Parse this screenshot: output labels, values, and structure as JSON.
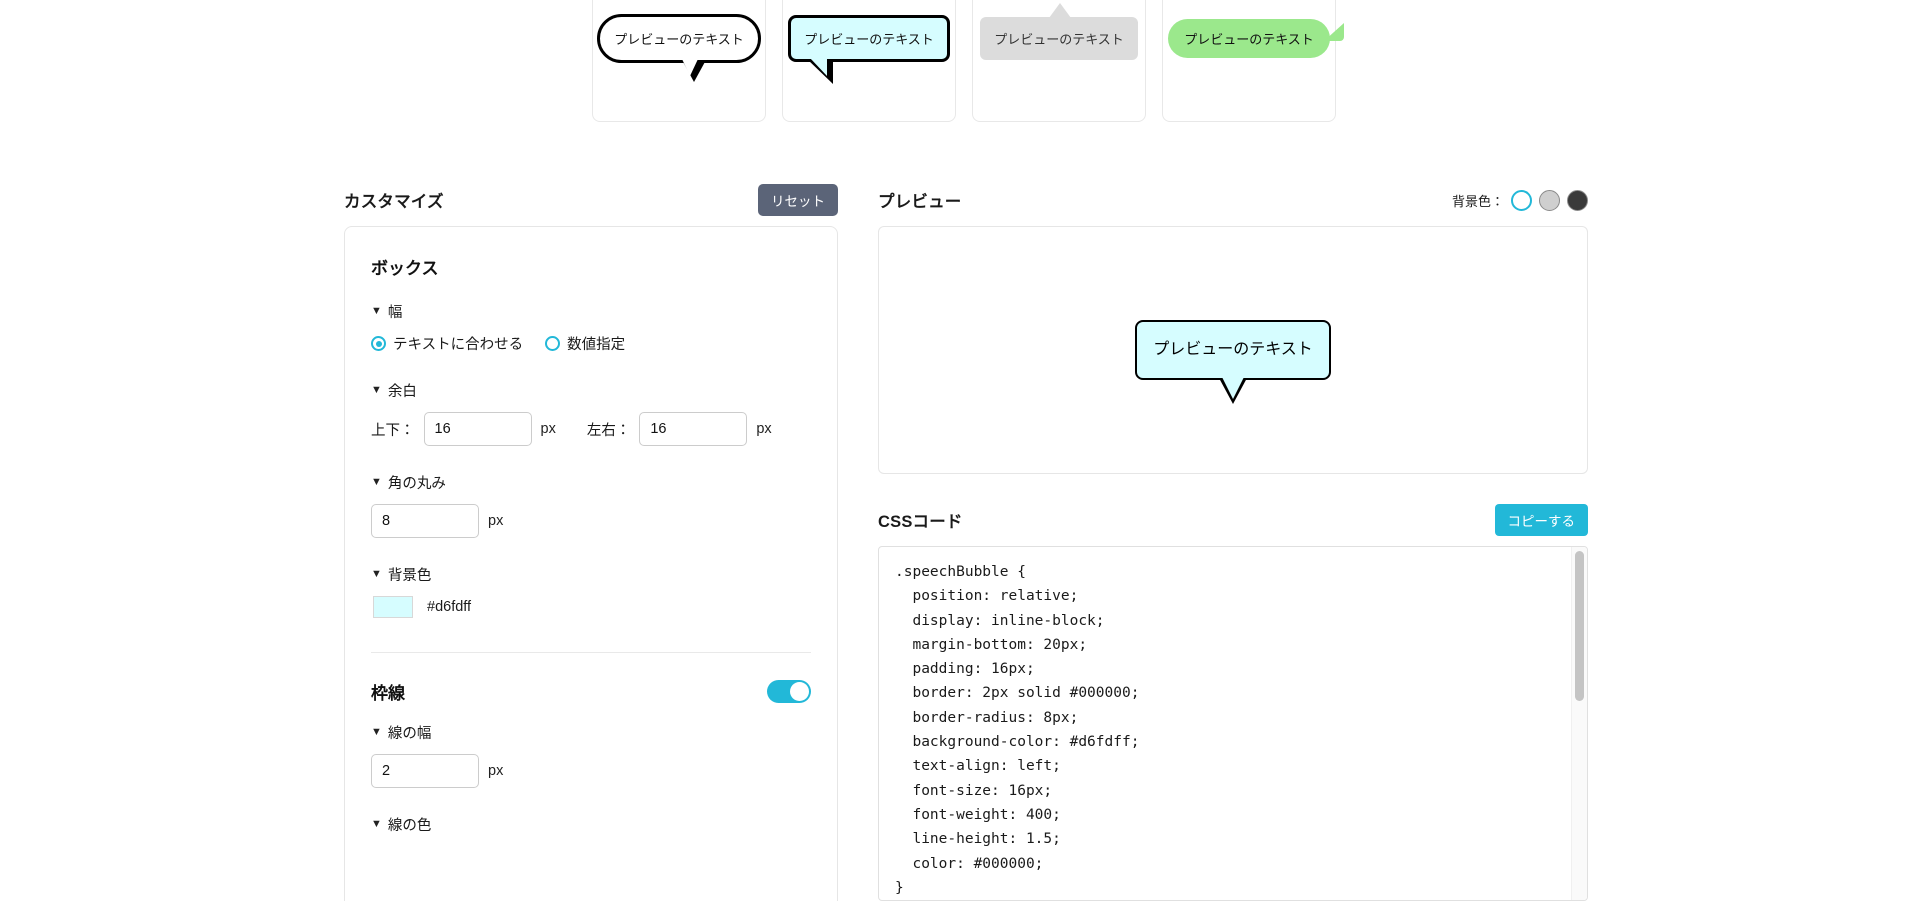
{
  "gallery": {
    "cards": [
      {
        "style": "outline-pill",
        "text": "プレビューのテキスト"
      },
      {
        "style": "cyan-box",
        "text": "プレビューのテキスト"
      },
      {
        "style": "gray-top-tail",
        "text": "プレビューのテキスト"
      },
      {
        "style": "green-right-tail",
        "text": "プレビューのテキスト"
      }
    ]
  },
  "customize": {
    "title": "カスタマイズ",
    "reset_label": "リセット",
    "box_group": {
      "title": "ボックス",
      "width": {
        "label": "幅",
        "caret": "▼",
        "options": [
          {
            "label": "テキストに合わせる",
            "selected": true
          },
          {
            "label": "数値指定",
            "selected": false
          }
        ]
      },
      "padding": {
        "label": "余白",
        "caret": "▼",
        "vertical_label": "上下：",
        "vertical_value": "16",
        "vertical_unit": "px",
        "horizontal_label": "左右：",
        "horizontal_value": "16",
        "horizontal_unit": "px"
      },
      "radius": {
        "label": "角の丸み",
        "caret": "▼",
        "value": "8",
        "unit": "px"
      },
      "background": {
        "label": "背景色",
        "caret": "▼",
        "hex": "#d6fdff"
      }
    },
    "border_group": {
      "title": "枠線",
      "toggle_on": true,
      "line_width": {
        "label": "線の幅",
        "caret": "▼",
        "value": "2",
        "unit": "px"
      },
      "line_color": {
        "label": "線の色",
        "caret": "▼"
      }
    }
  },
  "preview": {
    "title": "プレビュー",
    "bg_label": "背景色：",
    "bg_options": [
      {
        "name": "white",
        "color": "#ffffff",
        "selected": true
      },
      {
        "name": "gray",
        "color": "#cfcfcf",
        "selected": false
      },
      {
        "name": "dark",
        "color": "#3a3a3a",
        "selected": false
      }
    ],
    "bubble_text": "プレビューのテキスト",
    "bubble_bg": "#d6fdff",
    "bubble_border_color": "#000000",
    "bubble_text_color": "#000000"
  },
  "css_panel": {
    "title": "CSSコード",
    "copy_label": "コピーする",
    "code": ".speechBubble {\n  position: relative;\n  display: inline-block;\n  margin-bottom: 20px;\n  padding: 16px;\n  border: 2px solid #000000;\n  border-radius: 8px;\n  background-color: #d6fdff;\n  text-align: left;\n  font-size: 16px;\n  font-weight: 400;\n  line-height: 1.5;\n  color: #000000;\n}"
  },
  "theme": {
    "accent": "#22b8d8",
    "reset_button_bg": "#5b6478",
    "panel_border": "#e6e6e6"
  }
}
